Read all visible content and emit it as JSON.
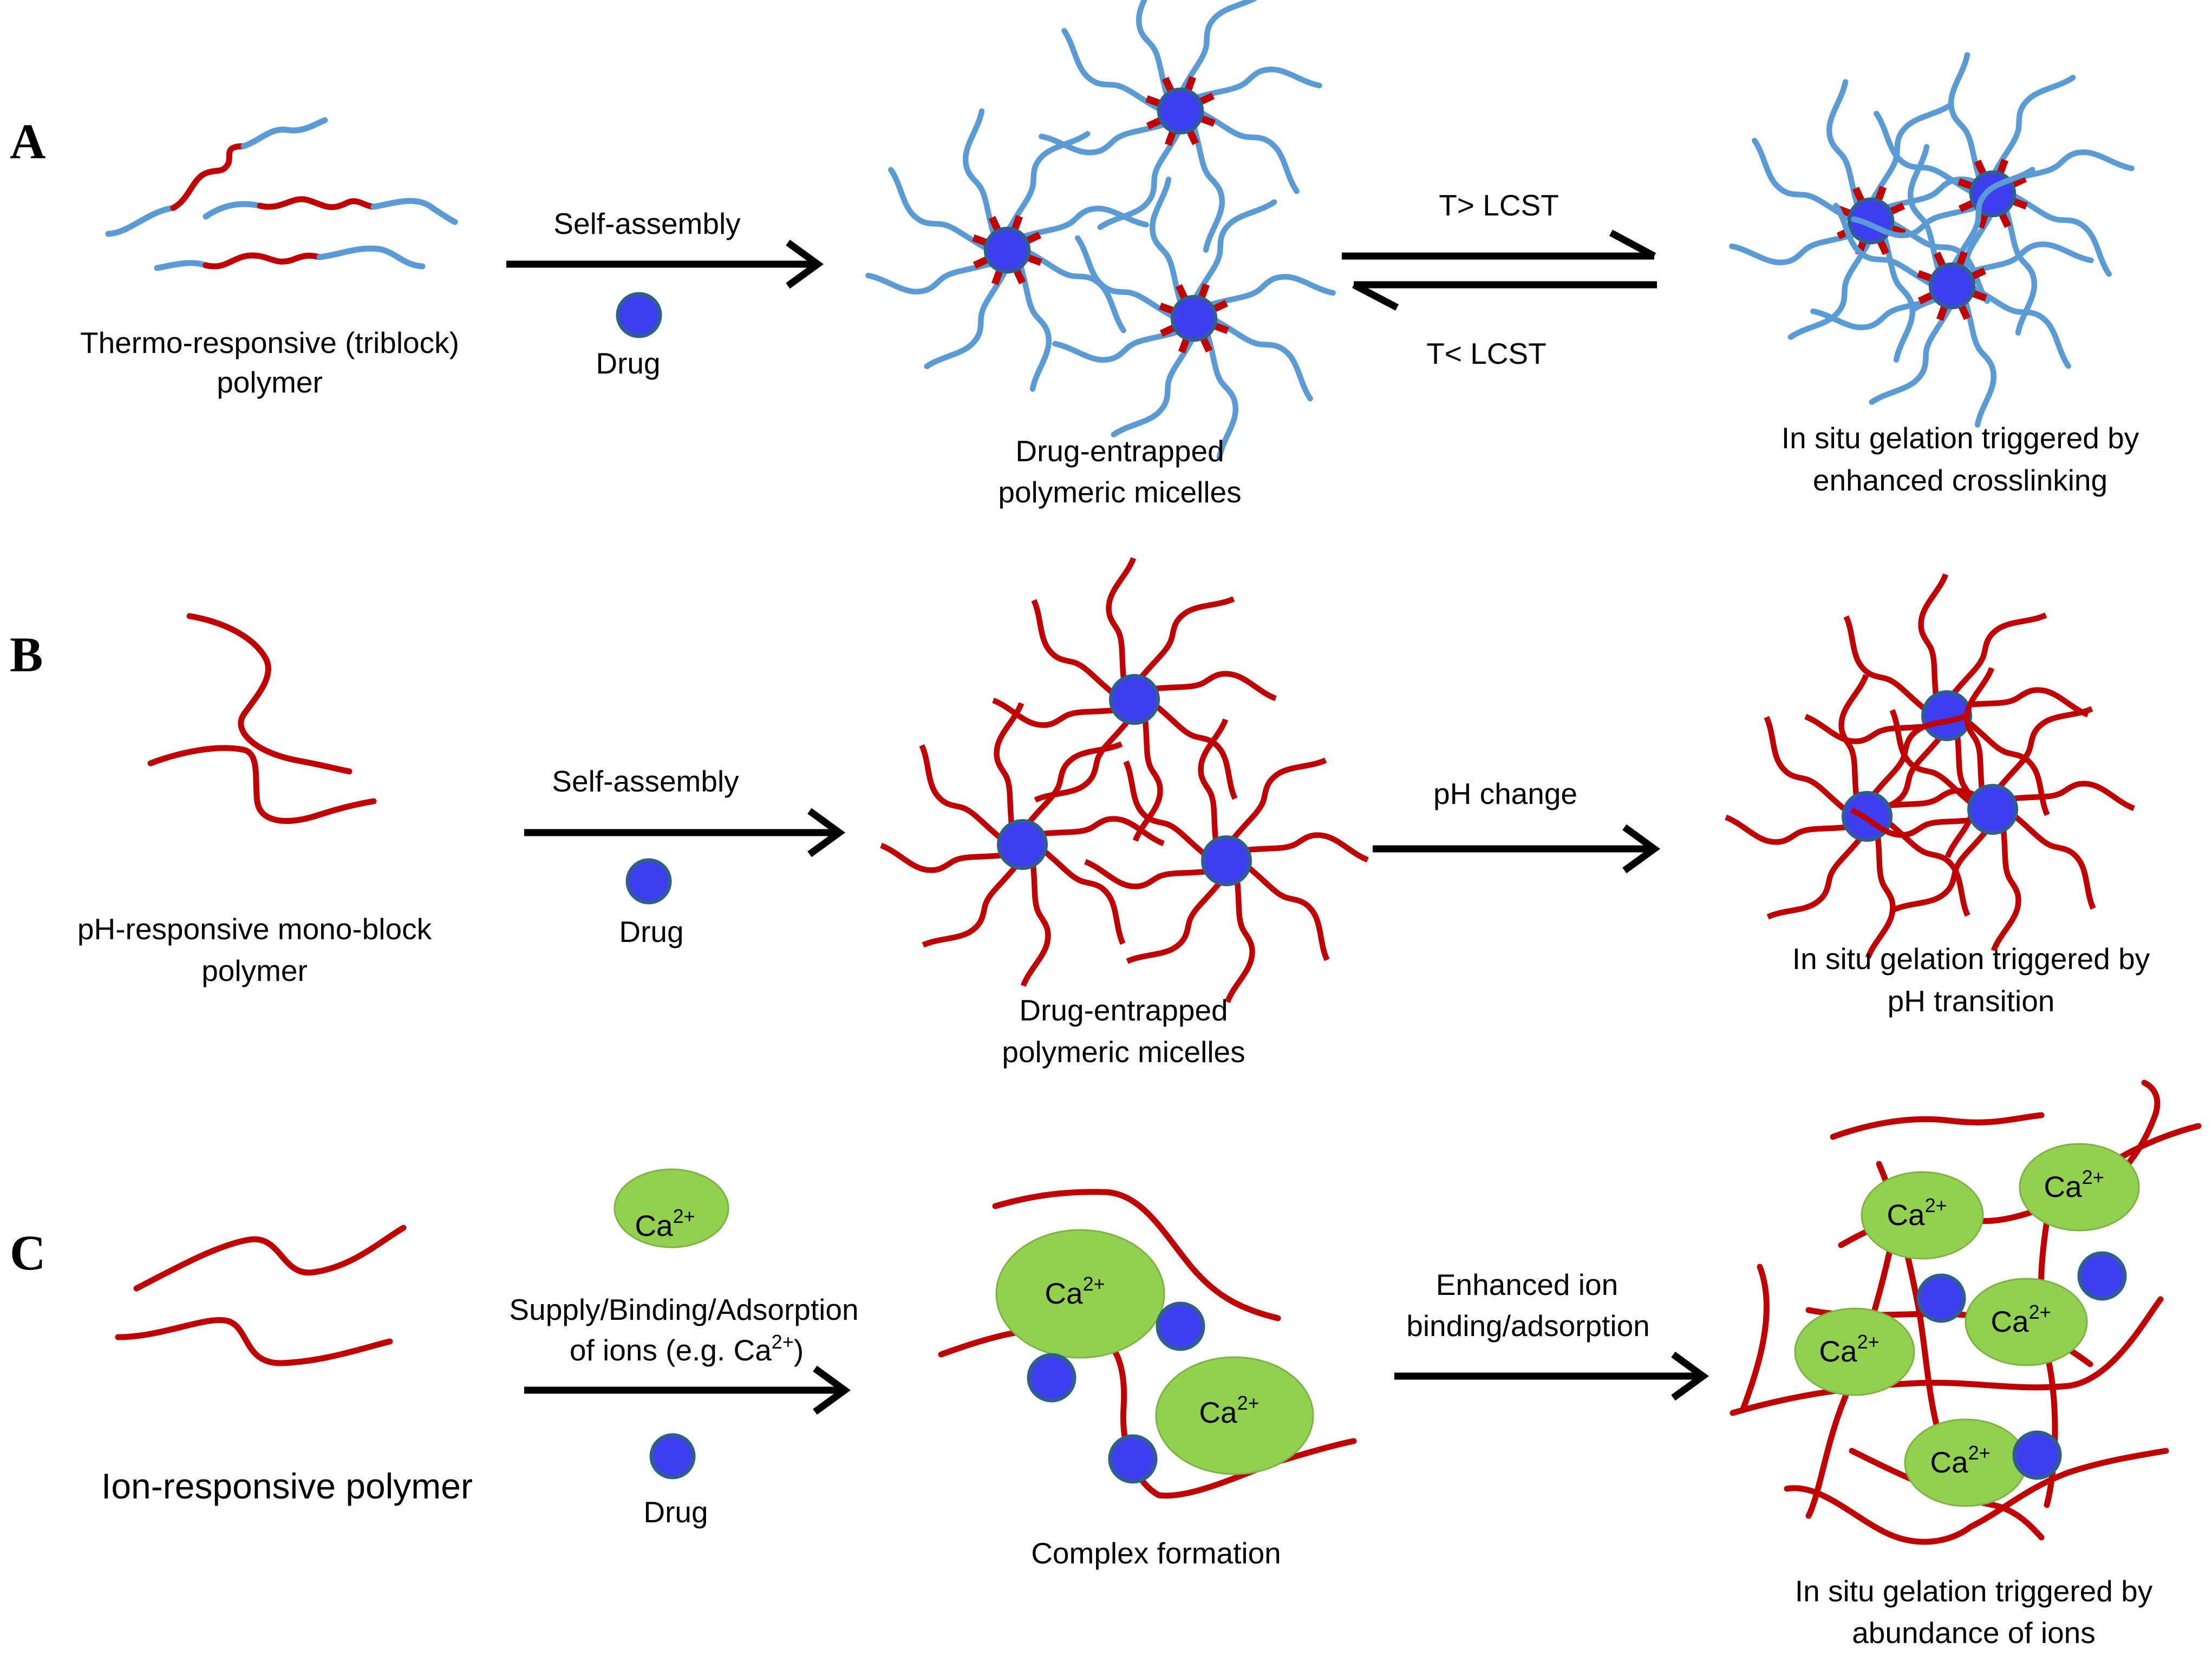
{
  "panels": {
    "a": {
      "letter": "A",
      "start_label_1": "Thermo-responsive (triblock)",
      "start_label_2": "polymer",
      "arrow_label": "Self-assembly",
      "drug_label": "Drug",
      "micelles_label_1": "Drug-entrapped",
      "micelles_label_2": "polymeric micelles",
      "forward_label": "T> LCST",
      "reverse_label": "T< LCST",
      "gel_label_1": "In situ gelation triggered by",
      "gel_label_2": "enhanced crosslinking"
    },
    "b": {
      "letter": "B",
      "start_label_1": "pH-responsive mono-block",
      "start_label_2": "polymer",
      "arrow_label": "Self-assembly",
      "drug_label": "Drug",
      "micelles_label_1": "Drug-entrapped",
      "micelles_label_2": "polymeric micelles",
      "trigger_label": "pH change",
      "gel_label_1": "In situ gelation triggered by",
      "gel_label_2": "pH transition"
    },
    "c": {
      "letter": "C",
      "start_label": "Ion-responsive polymer",
      "ion_label": "Ca",
      "ion_charge": "2+",
      "supply_label_1": "Supply/Binding/Adsorption",
      "supply_label_2": "of  ions (e.g. Ca",
      "supply_label_2_close": ")",
      "drug_label": "Drug",
      "complex_label": "Complex formation",
      "trigger_label_1": "Enhanced ion",
      "trigger_label_2": "binding/adsorption",
      "gel_label_1": "In situ gelation triggered by",
      "gel_label_2": "abundance of ions"
    }
  },
  "colors": {
    "hydrophilic_block": "#5b9bd5",
    "hydrophobic_block": "#c00000",
    "drug": "#3d3df2",
    "ion": "#92d050"
  }
}
